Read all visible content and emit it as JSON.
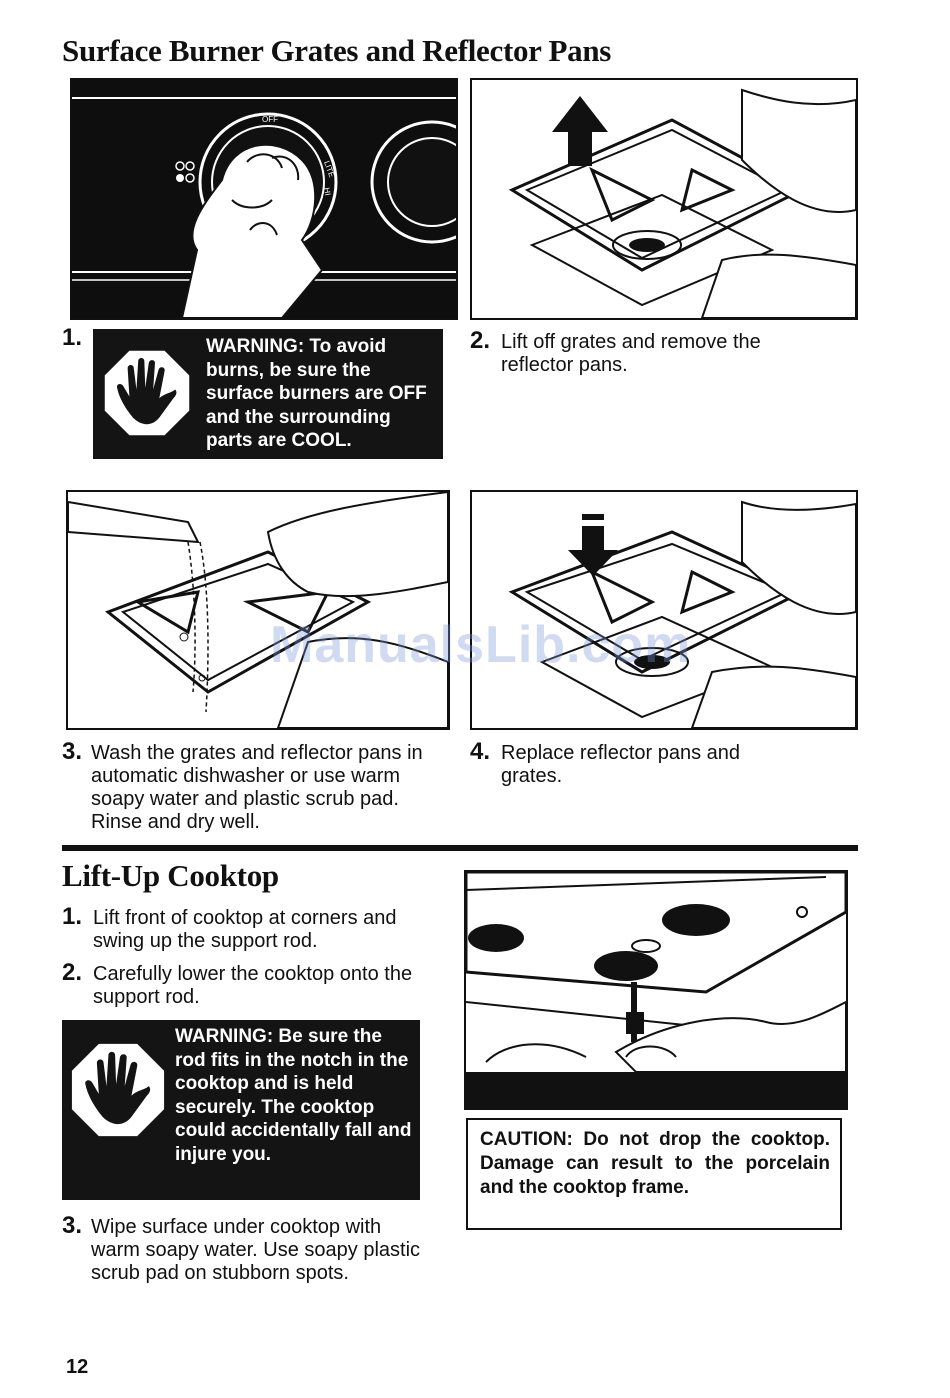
{
  "section1": {
    "title": "Surface Burner Grates and Reflector Pans",
    "steps": [
      {
        "num": "1.",
        "text": ""
      },
      {
        "num": "2.",
        "text": "Lift off grates and remove the reflector pans."
      },
      {
        "num": "3.",
        "text": "Wash the grates and reflector pans in automatic dishwasher or use warm soapy water and plastic scrub pad. Rinse and dry well."
      },
      {
        "num": "4.",
        "text": "Replace reflector pans and grates."
      }
    ],
    "warning": "WARNING: To avoid burns, be sure the surface burners are OFF and the surrounding parts are COOL.",
    "knob_labels": {
      "off": "OFF",
      "lite": "LITE",
      "hi": "HI"
    }
  },
  "section2": {
    "title": "Lift-Up Cooktop",
    "steps": [
      {
        "num": "1.",
        "text": "Lift front of cooktop at corners and swing up the support rod."
      },
      {
        "num": "2.",
        "text": "Carefully lower the cooktop onto the support rod."
      },
      {
        "num": "3.",
        "text": "Wipe surface under cooktop with warm soapy water. Use soapy plastic scrub pad on stubborn spots."
      }
    ],
    "warning": "WARNING: Be sure the rod fits in the notch in the cooktop and is held securely. The cooktop could accidentally fall and injure you.",
    "caution": "CAUTION: Do not drop the cooktop. Damage can result to the porcelain and the cooktop frame."
  },
  "watermark": "ManualsLib.com",
  "page_number": "12",
  "icons": [
    "stop-hand-icon",
    "up-arrow-icon",
    "down-arrow-icon"
  ]
}
